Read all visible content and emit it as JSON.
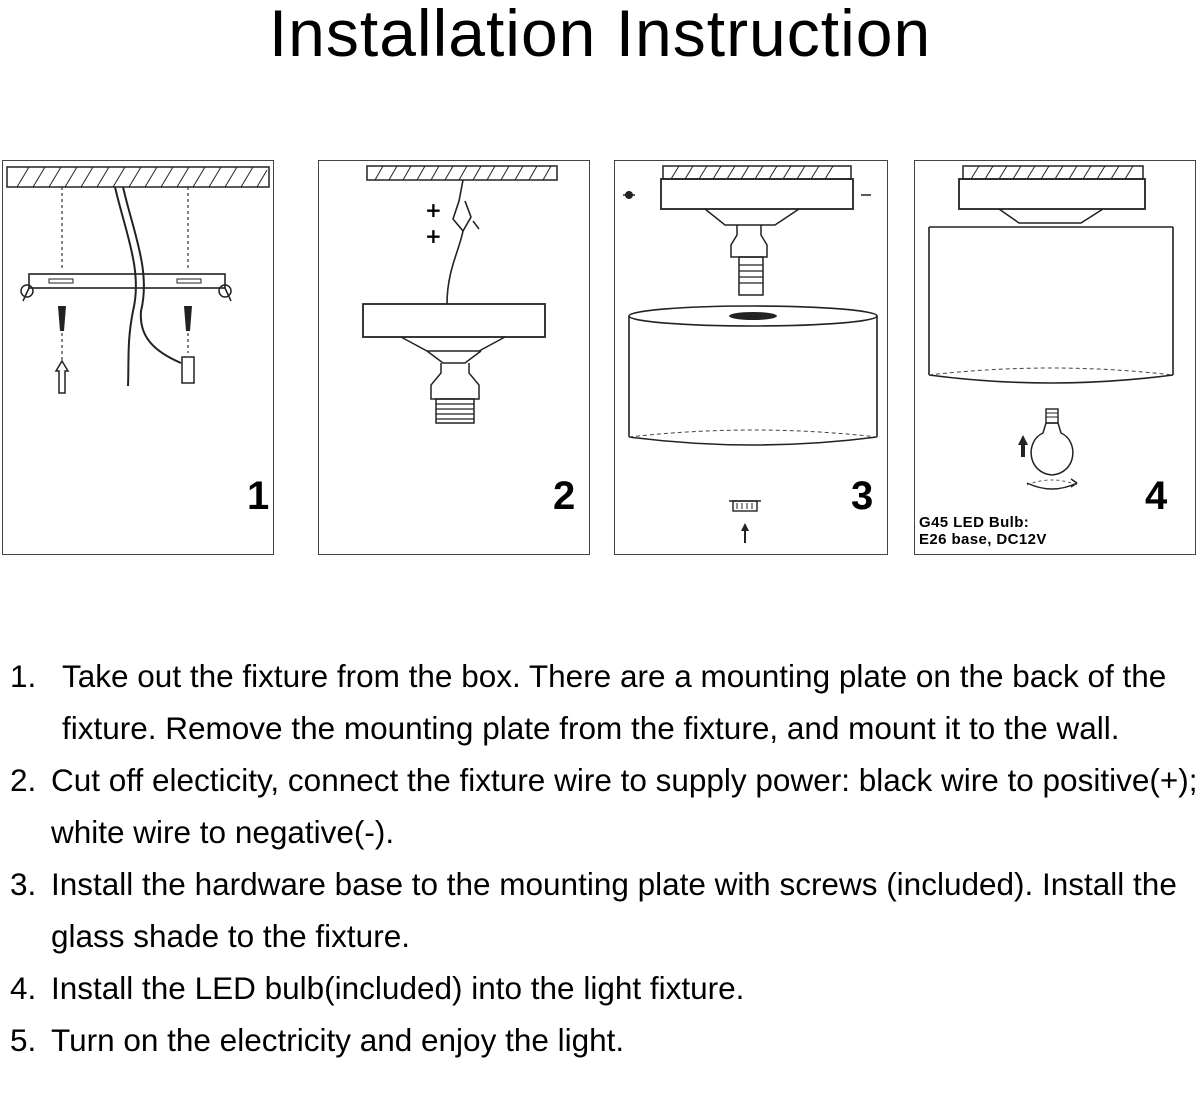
{
  "title": "Installation Instruction",
  "panels": [
    {
      "number": "1"
    },
    {
      "number": "2"
    },
    {
      "number": "3"
    },
    {
      "number": "4",
      "note_line1": "G45 LED Bulb:",
      "note_line2": "E26 base, DC12V"
    }
  ],
  "steps": [
    {
      "num": "1.",
      "text": "Take out the fixture from the box. There are a mounting plate on the back of the fixture. Remove the mounting plate from the fixture, and mount it to the wall."
    },
    {
      "num": "2.",
      "text": "Cut off electicity, connect the fixture wire to supply power: black wire to positive(+); white wire to negative(-)."
    },
    {
      "num": "3.",
      "text": "Install the hardware base to the mounting plate with screws (included). Install the glass shade to the fixture."
    },
    {
      "num": "4.",
      "text": "Install the LED bulb(included) into the light fixture."
    },
    {
      "num": "5.",
      "text": "Turn on the electricity and enjoy the light."
    }
  ]
}
